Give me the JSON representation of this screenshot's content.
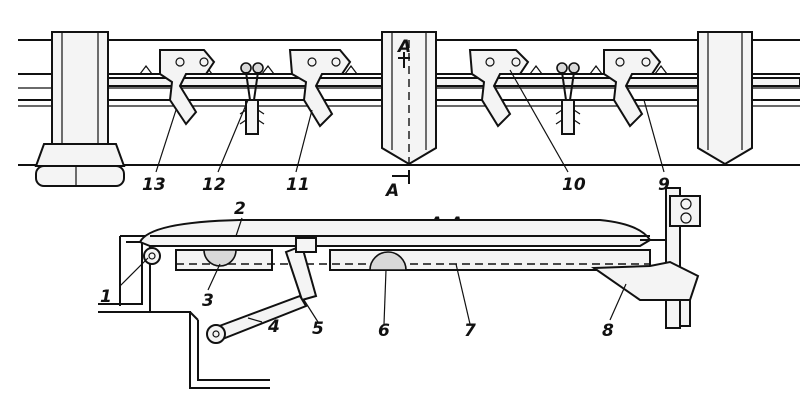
{
  "top_view": {
    "callouts": [
      "13",
      "12",
      "11",
      "10",
      "9"
    ],
    "section_marker_top": "A",
    "section_marker_bottom": "A"
  },
  "section_view": {
    "title": "A–A",
    "callouts": [
      "1",
      "2",
      "3",
      "4",
      "5",
      "6",
      "7",
      "8"
    ]
  }
}
